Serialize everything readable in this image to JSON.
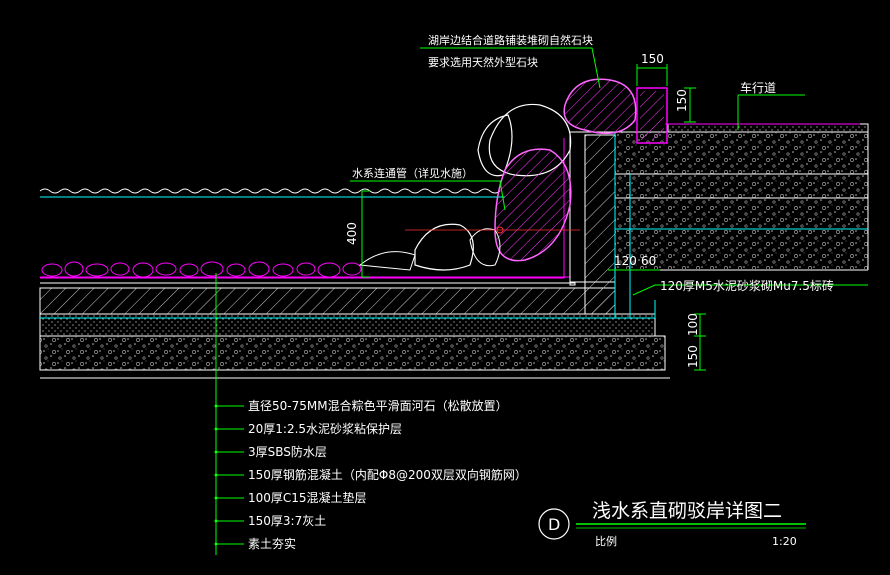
{
  "annotations": {
    "stone_note_line1": "湖岸边结合道路铺装堆砌自然石块",
    "stone_note_line2": "要求选用天然外型石块",
    "road_label": "车行道",
    "pipe_label": "水系连通管（详见水施）",
    "wall_label": "120厚M5水泥砂浆砌Mu7.5标砖"
  },
  "dimensions": {
    "curb_width": "150",
    "curb_height": "150",
    "water_depth": "400",
    "wall_dim_a": "120",
    "wall_dim_b": "60",
    "layer_dim_a": "100",
    "layer_dim_b": "150"
  },
  "layers": [
    "直径50-75MM混合粽色平滑面河石（松散放置）",
    "20厚1:2.5水泥砂浆粘保护层",
    "3厚SBS防水层",
    "150厚钢筋混凝土（内配Φ8@200双层双向钢筋网）",
    "100厚C15混凝土垫层",
    "150厚3:7灰土",
    "素土夯实"
  ],
  "title_block": {
    "symbol": "D",
    "title": "浅水系直砌驳岸详图二",
    "scale_label": "比例",
    "scale_value": "1:20"
  },
  "colors": {
    "background": "#000000",
    "outline": "#ffffff",
    "cyan": "#00ffff",
    "green": "#00ff00",
    "magenta": "#ff00ff",
    "red": "#ff3030"
  }
}
